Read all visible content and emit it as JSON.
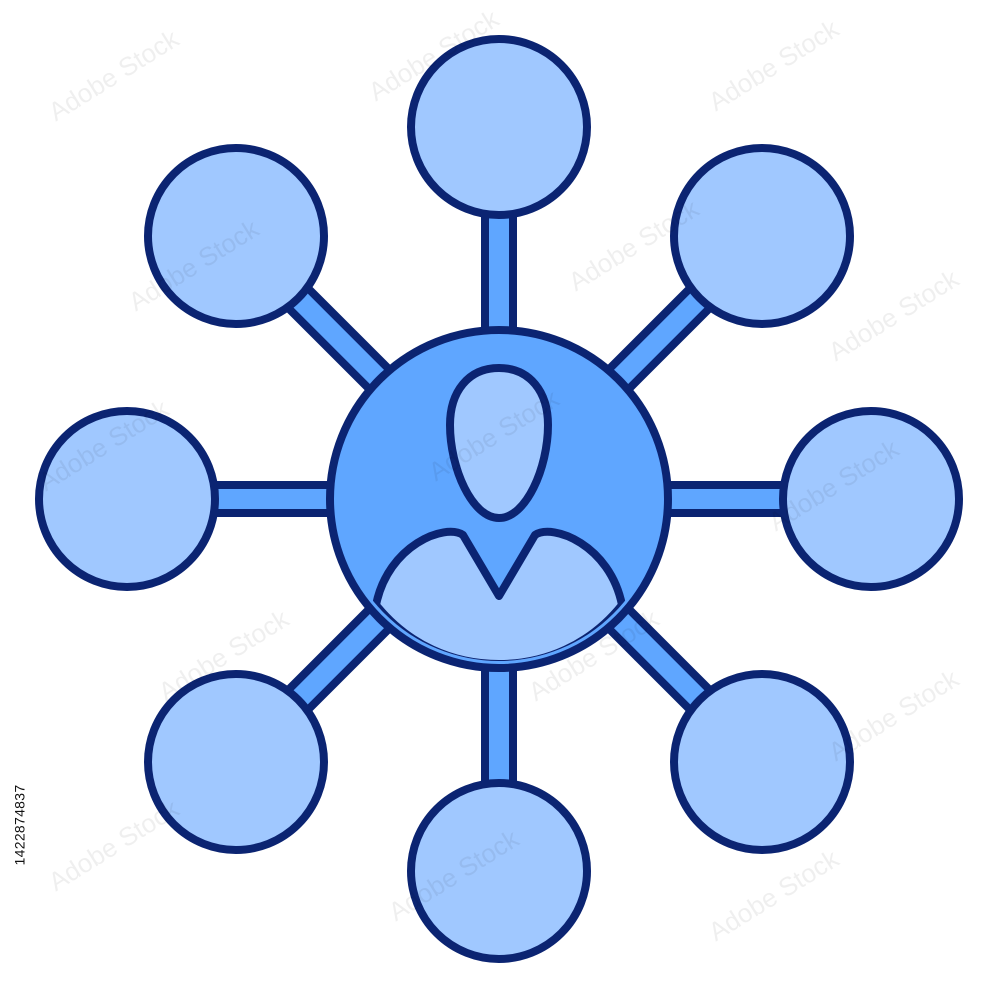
{
  "illustration": {
    "name": "network-user-icon",
    "colors": {
      "outline": "#0b2472",
      "node_fill": "#a0c8ff",
      "hub_fill": "#5fa6ff",
      "connector_fill": "#5fa6ff",
      "background": "#ffffff"
    },
    "satellite_node_count": 8
  },
  "stock_id": "1422874837",
  "watermark": {
    "text": "Adobe Stock"
  }
}
